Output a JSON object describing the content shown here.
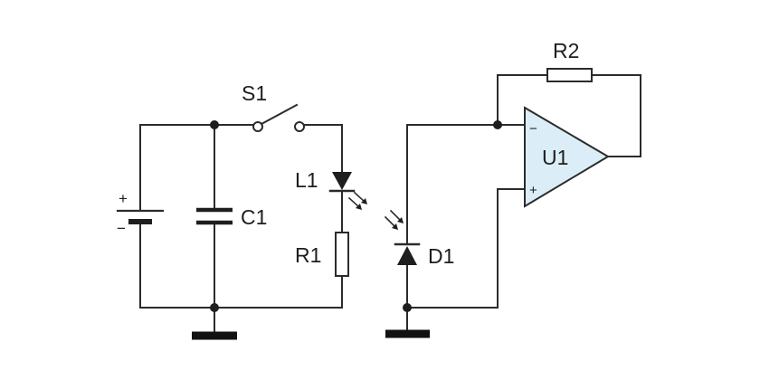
{
  "components": {
    "switch": {
      "label": "S1"
    },
    "capacitor": {
      "label": "C1"
    },
    "led": {
      "label": "L1"
    },
    "resistor_series": {
      "label": "R1"
    },
    "photodiode": {
      "label": "D1"
    },
    "resistor_feedback": {
      "label": "R2"
    },
    "opamp": {
      "label": "U1",
      "inverting_sign": "−",
      "noninverting_sign": "+"
    },
    "battery": {
      "positive_sign": "+",
      "negative_sign": "−"
    }
  },
  "colors": {
    "wire": "#2b2b2b",
    "opamp_fill": "#dbeef8",
    "background": "#ffffff"
  }
}
